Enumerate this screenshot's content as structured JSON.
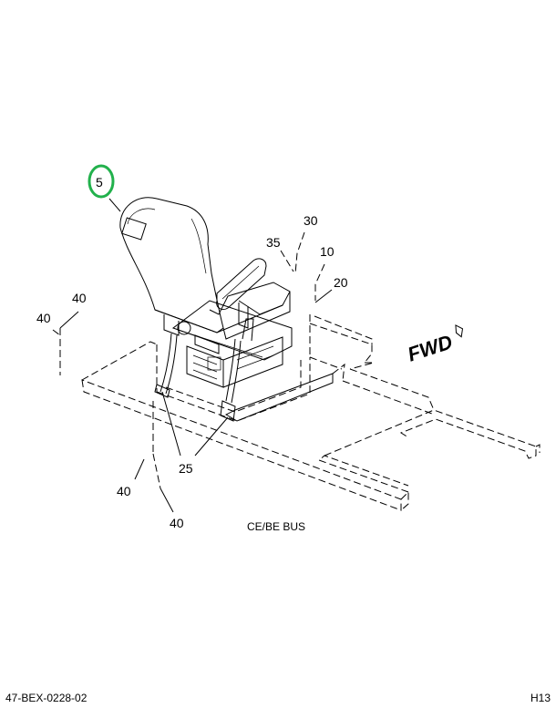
{
  "callouts": {
    "c5": "5",
    "c30": "30",
    "c35": "35",
    "c10": "10",
    "c20": "20",
    "c40a": "40",
    "c40b": "40",
    "c40c": "40",
    "c40d": "40",
    "c25": "25"
  },
  "fwd_label": "FWD",
  "caption": "CE/BE BUS",
  "footer": {
    "left": "47-BEX-0228-02",
    "right": "H13"
  },
  "highlight_color": "#22b14c"
}
